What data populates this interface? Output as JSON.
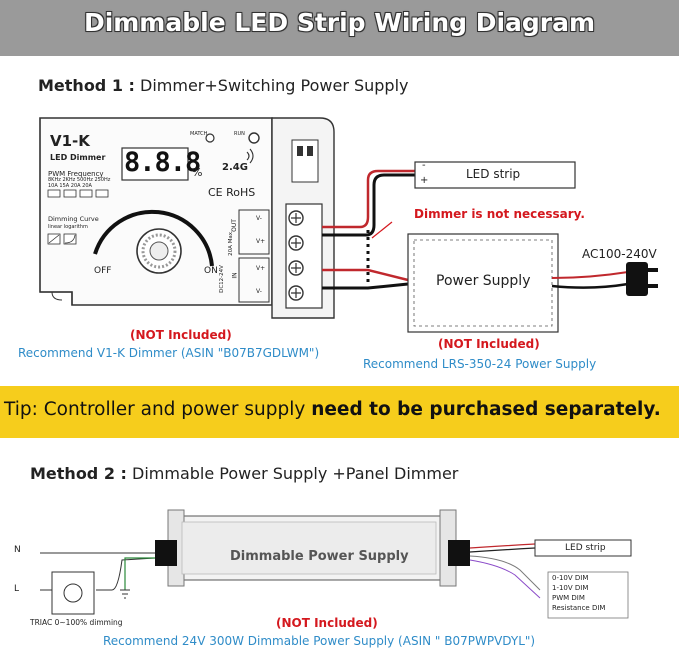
{
  "banner": {
    "title": "Dimmable LED Strip Wiring Diagram"
  },
  "method1": {
    "heading_bold": "Method 1 :",
    "heading_text": " Dimmer+Switching Power Supply",
    "dimmer": {
      "model": "V1-K",
      "subtitle": "LED Dimmer",
      "display": "8.8.8",
      "percent": "%",
      "match": "MATCH",
      "run": "RUN",
      "freq_label": "PWM Frequency",
      "freq_values": [
        "8KHz",
        "2KHz",
        "500Hz",
        "250Hz"
      ],
      "amp_values": [
        "10A",
        "15A",
        "20A",
        "20A"
      ],
      "curve_label": "Dimming Curve",
      "curve_linear": "linear",
      "curve_log": "logarithm",
      "wireless": "2.4G",
      "cert": "CE RoHS",
      "off": "OFF",
      "on": "ON",
      "out": "OUT",
      "in": "IN",
      "spec": "20A Max.",
      "voltage": "DC12-24V",
      "v_minus": "V-",
      "v_plus": "V+"
    },
    "dimmer_not_included": "(NOT Included)",
    "dimmer_recommend": "Recommend V1-K Dimmer (ASIN \"B07B7GDLWM\")",
    "led_strip": "LED strip",
    "led_minus": "-",
    "led_plus": "+",
    "dimmer_note": "Dimmer is not necessary.",
    "ac_label": "AC100-240V",
    "power_supply": "Power Supply",
    "ps_not_included": "(NOT Included)",
    "ps_recommend": "Recommend LRS-350-24 Power Supply"
  },
  "tip": {
    "prefix": "Tip: Controller and power supply ",
    "emphasis": "need to be purchased separately."
  },
  "method2": {
    "heading_bold": "Method 2 :",
    "heading_text": " Dimmable Power Supply +Panel Dimmer",
    "wire_n": "N",
    "wire_l": "L",
    "psu_label": "Dimmable Power Supply",
    "led_strip": "LED strip",
    "dim_options": [
      "0-10V DIM",
      "1-10V DIM",
      "PWM DIM",
      "Resistance DIM"
    ],
    "triac": "TRIAC 0~100% dimming",
    "not_included": "(NOT Included)",
    "recommend": "Recommend 24V 300W Dimmable Power Supply (ASIN \" B07PWPVDYL\")"
  },
  "colors": {
    "banner": "#9a9a9a",
    "tip_bar": "#f6cd1c",
    "red": "#d4181e",
    "blue": "#2f8cc8"
  }
}
